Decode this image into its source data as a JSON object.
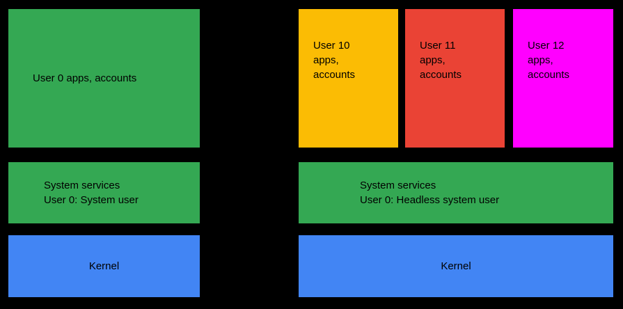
{
  "diagram": {
    "background": "#000000",
    "text_color": "#000000",
    "colors": {
      "green": "#34A853",
      "blue": "#4285F4",
      "yellow": "#FBBC04",
      "red": "#EA4335",
      "magenta": "#FF00FF"
    },
    "left_column": {
      "user_apps_box": {
        "label": "User 0 apps, accounts",
        "color": "#34A853"
      },
      "system_services_box": {
        "label": "System services\nUser 0: System user",
        "color": "#34A853"
      },
      "kernel_box": {
        "label": "Kernel",
        "color": "#4285F4"
      }
    },
    "right_column": {
      "user_boxes": [
        {
          "label": "User 10\napps,\naccounts",
          "color": "#FBBC04"
        },
        {
          "label": "User 11\napps,\naccounts",
          "color": "#EA4335"
        },
        {
          "label": "User 12\napps,\naccounts",
          "color": "#FF00FF"
        }
      ],
      "system_services_box": {
        "label": "System services\nUser 0: Headless system user",
        "color": "#34A853"
      },
      "kernel_box": {
        "label": "Kernel",
        "color": "#4285F4"
      }
    }
  }
}
